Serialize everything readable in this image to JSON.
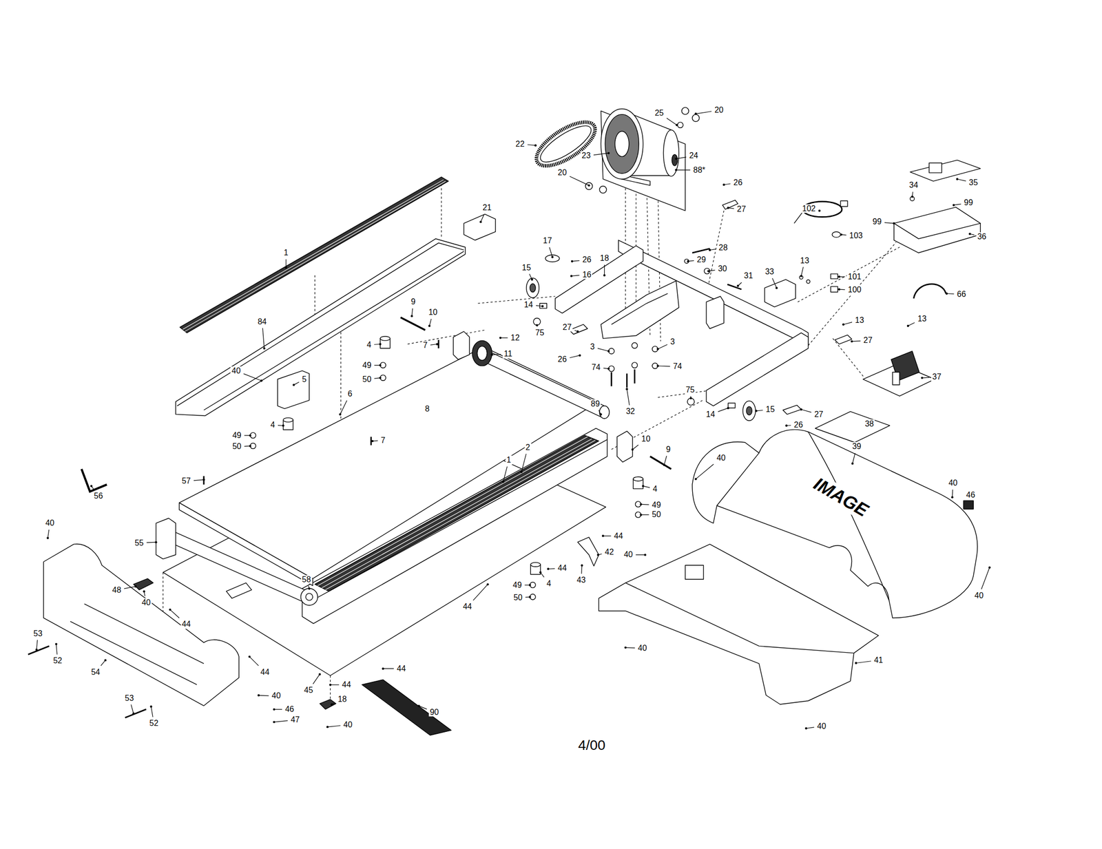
{
  "diagram": {
    "labels": [
      "20",
      "25",
      "22",
      "23",
      "24",
      "88*",
      "20",
      "26",
      "27",
      "21",
      "1",
      "84",
      "17",
      "26",
      "18",
      "28",
      "29",
      "30",
      "16",
      "15",
      "14",
      "31",
      "33",
      "13",
      "101",
      "100",
      "102",
      "103",
      "34",
      "35",
      "99",
      "99",
      "36",
      "66",
      "13",
      "13",
      "27",
      "37",
      "38",
      "9",
      "10",
      "7",
      "12",
      "11",
      "4",
      "49",
      "50",
      "40",
      "5",
      "6",
      "8",
      "27",
      "26",
      "75",
      "3",
      "3",
      "74",
      "74",
      "32",
      "75",
      "14",
      "15",
      "27",
      "26",
      "89",
      "4",
      "49",
      "50",
      "7",
      "2",
      "1",
      "10",
      "9",
      "40",
      "39",
      "4",
      "49",
      "50",
      "57",
      "56",
      "40",
      "55",
      "40",
      "46",
      "44",
      "42",
      "43",
      "44",
      "4",
      "49",
      "50",
      "40",
      "40",
      "48",
      "40",
      "58",
      "44",
      "44",
      "53",
      "52",
      "54",
      "44",
      "44",
      "45",
      "44",
      "40",
      "46",
      "47",
      "18",
      "40",
      "90",
      "53",
      "52",
      "40",
      "41",
      "40",
      "IMAGE",
      "4/00"
    ]
  }
}
